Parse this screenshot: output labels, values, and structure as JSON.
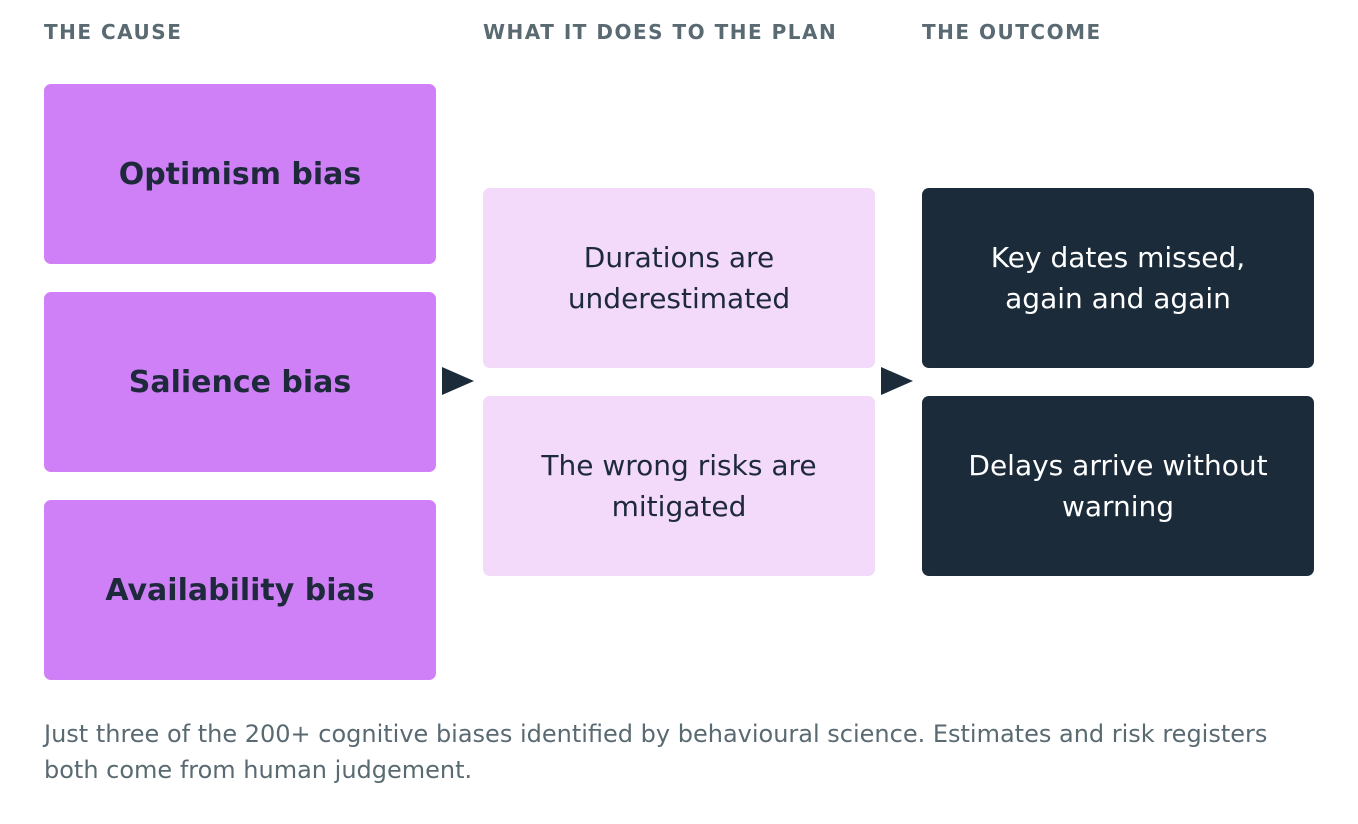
{
  "headings": {
    "cause": "THE CAUSE",
    "effect": "WHAT IT DOES TO THE PLAN",
    "outcome": "THE OUTCOME"
  },
  "causes": [
    "Optimism bias",
    "Salience bias",
    "Availability bias"
  ],
  "effects": [
    "Durations are underestimated",
    "The wrong risks are mitigated"
  ],
  "outcomes": [
    "Key dates missed, again and again",
    "Delays arrive without warning"
  ],
  "footnote": "Just three of the 200+ cognitive biases identified by behavioural science. Estimates and risk registers both come from human judgement.",
  "colors": {
    "cause_fill": "#cf80f6",
    "effect_fill": "#f3d9fa",
    "outcome_fill": "#1b2b39",
    "heading_text": "#5a6a72",
    "dark_text": "#1e2a3c"
  }
}
